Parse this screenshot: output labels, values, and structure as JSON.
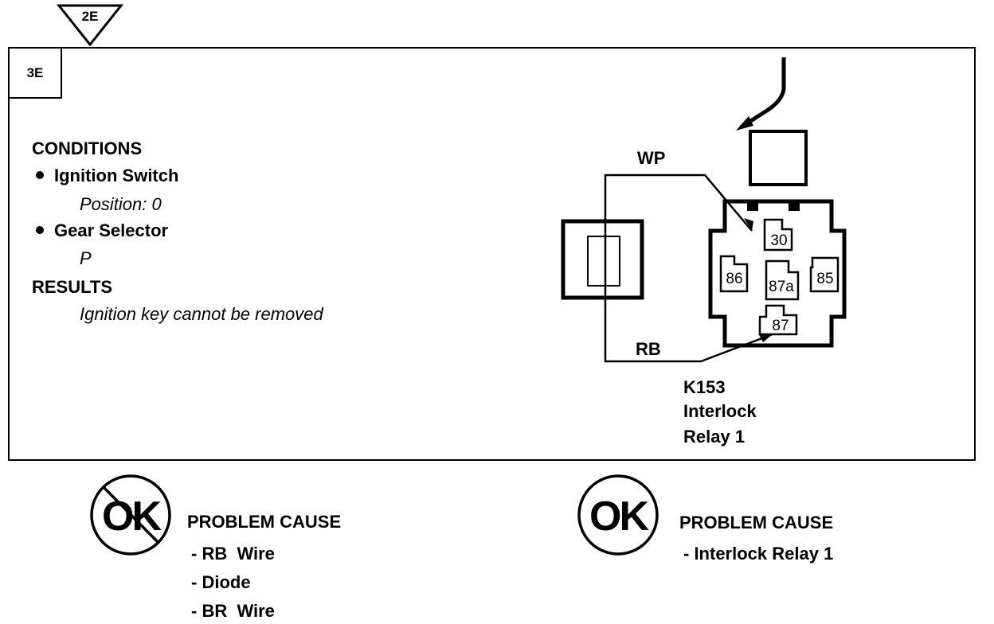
{
  "step_pointer": {
    "label": "2E"
  },
  "step_box": {
    "label": "3E"
  },
  "conditions": {
    "heading": "CONDITIONS",
    "items": [
      {
        "label": "Ignition Switch",
        "value": "Position: 0"
      },
      {
        "label": "Gear Selector",
        "value": "P"
      }
    ]
  },
  "results": {
    "heading": "RESULTS",
    "text": "Ignition key cannot be removed"
  },
  "wiring": {
    "wire_top": "WP",
    "wire_bottom": "RB"
  },
  "relay": {
    "pins": [
      "30",
      "86",
      "87a",
      "85",
      "87"
    ],
    "label_lines": [
      "K153",
      "Interlock",
      "Relay 1"
    ]
  },
  "outcome_not_ok": {
    "symbol": "OK",
    "heading": "PROBLEM CAUSE",
    "causes": [
      "- RB  Wire",
      "- Diode",
      "- BR  Wire"
    ]
  },
  "outcome_ok": {
    "symbol": "OK",
    "heading": "PROBLEM CAUSE",
    "causes": [
      "- Interlock Relay 1"
    ]
  },
  "colors": {
    "ink": "#000000",
    "paper": "#ffffff"
  }
}
